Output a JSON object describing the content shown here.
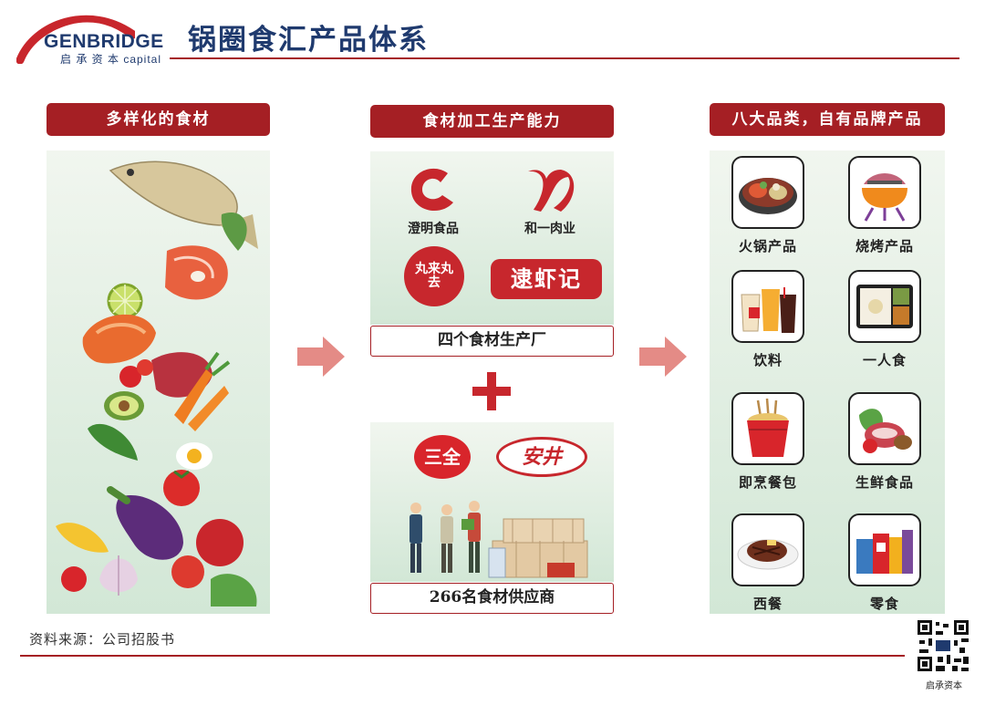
{
  "header": {
    "logo_name": "GENBRIDGE",
    "logo_sub": "启 承 资 本 capital",
    "title": "锅圈食汇产品体系"
  },
  "columns": {
    "ingredients": {
      "title": "多样化的食材"
    },
    "processing": {
      "title": "食材加工生产能力",
      "brands": [
        "澄明食品",
        "和一肉业",
        "丸来丸去",
        "逮虾记"
      ],
      "factories_caption": "四个食材生产厂",
      "supplier_brands": [
        "三全",
        "安井"
      ],
      "suppliers_caption": "266名食材供应商"
    },
    "categories": {
      "title": "八大品类，自有品牌产品",
      "items": [
        {
          "label": "火锅产品",
          "icon": "hotpot-icon"
        },
        {
          "label": "烧烤产品",
          "icon": "bbq-grill-icon"
        },
        {
          "label": "饮料",
          "icon": "drinks-icon"
        },
        {
          "label": "一人食",
          "icon": "bento-icon"
        },
        {
          "label": "即烹餐包",
          "icon": "noodle-box-icon"
        },
        {
          "label": "生鲜食品",
          "icon": "fresh-food-icon"
        },
        {
          "label": "西餐",
          "icon": "steak-icon"
        },
        {
          "label": "零食",
          "icon": "snacks-icon"
        }
      ]
    }
  },
  "footer": {
    "source": "资料来源：公司招股书",
    "qr_label": "启承资本"
  },
  "colors": {
    "brand_red": "#a51f24",
    "brand_navy": "#1f3a6e",
    "arrow": "#e48b86",
    "panel_green": "#d2e7d6"
  }
}
